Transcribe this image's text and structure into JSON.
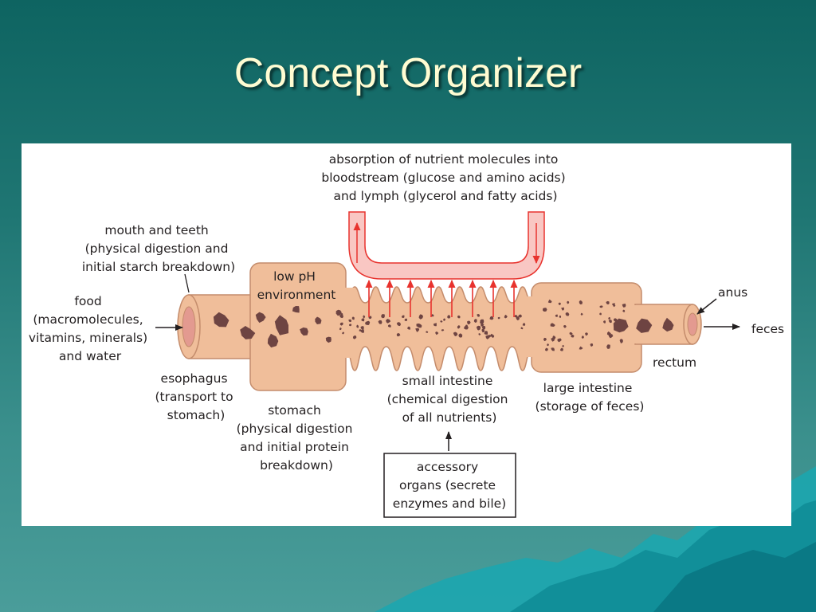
{
  "slide": {
    "title": "Concept Organizer"
  },
  "diagram": {
    "absorption": [
      "absorption of nutrient molecules into",
      "bloodstream (glucose and amino acids)",
      "and lymph (glycerol and fatty acids)"
    ],
    "mouth": [
      "mouth and teeth",
      "(physical digestion and",
      "initial starch breakdown)"
    ],
    "food": [
      "food",
      "(macromolecules,",
      "vitamins, minerals)",
      "and water"
    ],
    "low_ph": [
      "low pH",
      "environment"
    ],
    "anus": "anus",
    "feces": "feces",
    "rectum": "rectum",
    "esophagus": [
      "esophagus",
      "(transport to",
      "stomach)"
    ],
    "stomach": [
      "stomach",
      "(physical digestion",
      "and initial protein",
      "breakdown)"
    ],
    "small_intestine": [
      "small intestine",
      "(chemical digestion",
      "of all nutrients)"
    ],
    "large_intestine": [
      "large intestine",
      "(storage of feces)"
    ],
    "accessory": [
      "accessory",
      "organs (secrete",
      "enzymes and bile)"
    ],
    "colors": {
      "tract": "#f0be9a",
      "outline": "#c48c6c",
      "food_particles": "#6e4442",
      "arrow_red": "#e8332e",
      "vessel": "#f9c7c3"
    }
  }
}
